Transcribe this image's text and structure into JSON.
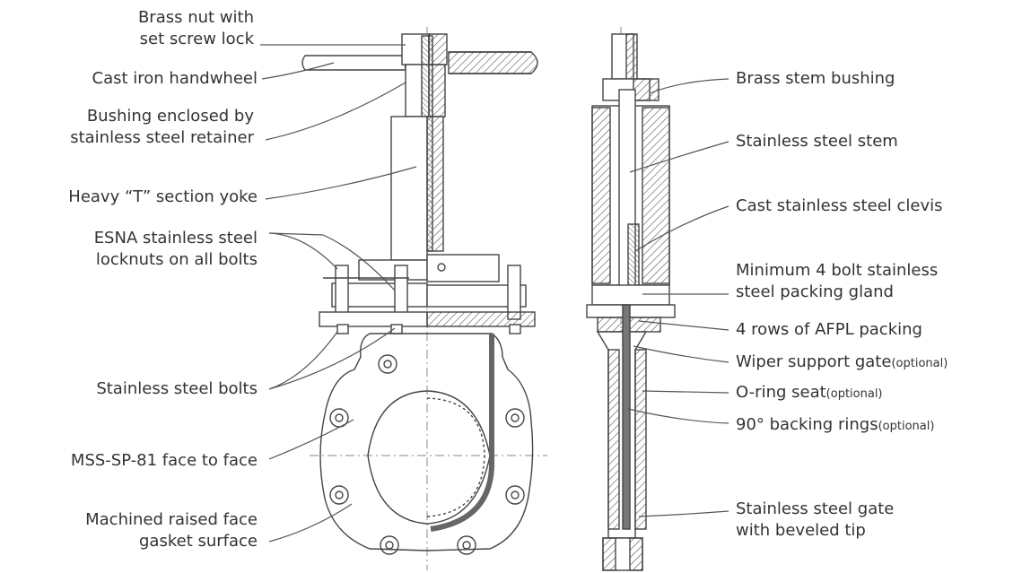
{
  "left_labels": [
    {
      "id": "brass-nut",
      "line1": "Brass nut with",
      "line2": "set screw lock"
    },
    {
      "id": "handwheel",
      "line1": "Cast iron handwheel",
      "line2": ""
    },
    {
      "id": "bushing-retainer",
      "line1": "Bushing enclosed by",
      "line2": "stainless steel retainer"
    },
    {
      "id": "t-yoke",
      "line1": "Heavy “T” section yoke",
      "line2": ""
    },
    {
      "id": "esna-locknuts",
      "line1": "ESNA stainless steel",
      "line2": "locknuts on all bolts"
    },
    {
      "id": "ss-bolts",
      "line1": "Stainless steel bolts",
      "line2": ""
    },
    {
      "id": "mss-sp-81",
      "line1": "MSS-SP-81 face to face",
      "line2": ""
    },
    {
      "id": "raised-face",
      "line1": "Machined raised face",
      "line2": "gasket surface"
    }
  ],
  "right_labels": [
    {
      "id": "stem-bushing",
      "text": "Brass stem bushing",
      "opt": ""
    },
    {
      "id": "ss-stem",
      "text": "Stainless steel stem",
      "opt": ""
    },
    {
      "id": "clevis",
      "text": "Cast stainless steel clevis",
      "opt": ""
    },
    {
      "id": "packing-gland",
      "text": "Minimum 4 bolt stainless",
      "text2": "steel packing gland",
      "opt": ""
    },
    {
      "id": "afpl-packing",
      "text": "4 rows of AFPL packing",
      "opt": ""
    },
    {
      "id": "wiper-support",
      "text": "Wiper support gate",
      "opt": "(optional)"
    },
    {
      "id": "o-ring",
      "text": "O-ring seat",
      "opt": "(optional)"
    },
    {
      "id": "backing-rings",
      "text": "90° backing rings",
      "opt": "(optional)"
    },
    {
      "id": "ss-gate",
      "text": "Stainless steel gate",
      "text2": "with beveled tip",
      "opt": ""
    }
  ]
}
